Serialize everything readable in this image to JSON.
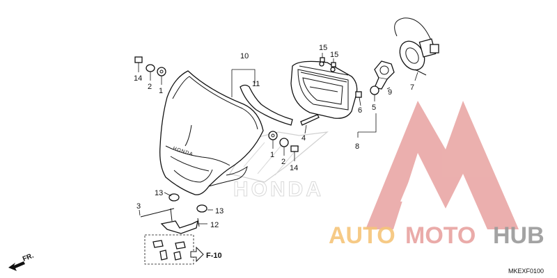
{
  "callouts": {
    "c1a": "1",
    "c1b": "1",
    "c2a": "2",
    "c2b": "2",
    "c3": "3",
    "c4": "4",
    "c5": "5",
    "c6": "6",
    "c7": "7",
    "c8": "8",
    "c9": "9",
    "c10": "10",
    "c11": "11",
    "c12": "12",
    "c13a": "13",
    "c13b": "13",
    "c14a": "14",
    "c14b": "14",
    "c15a": "15",
    "c15b": "15"
  },
  "reference": "F-10",
  "direction_label": "FR.",
  "diagram_code": "MKEXF0100",
  "emblem_text": "HONDA",
  "shell_logo": "HONDA",
  "watermark": {
    "part1": "AUTO",
    "part2": "MOTO",
    "part3": "HUB"
  },
  "colors": {
    "watermark_red": "#e8a2a0",
    "watermark_orange": "#f6c57a",
    "watermark_gray": "#9a9a9a",
    "ink": "#111111"
  }
}
